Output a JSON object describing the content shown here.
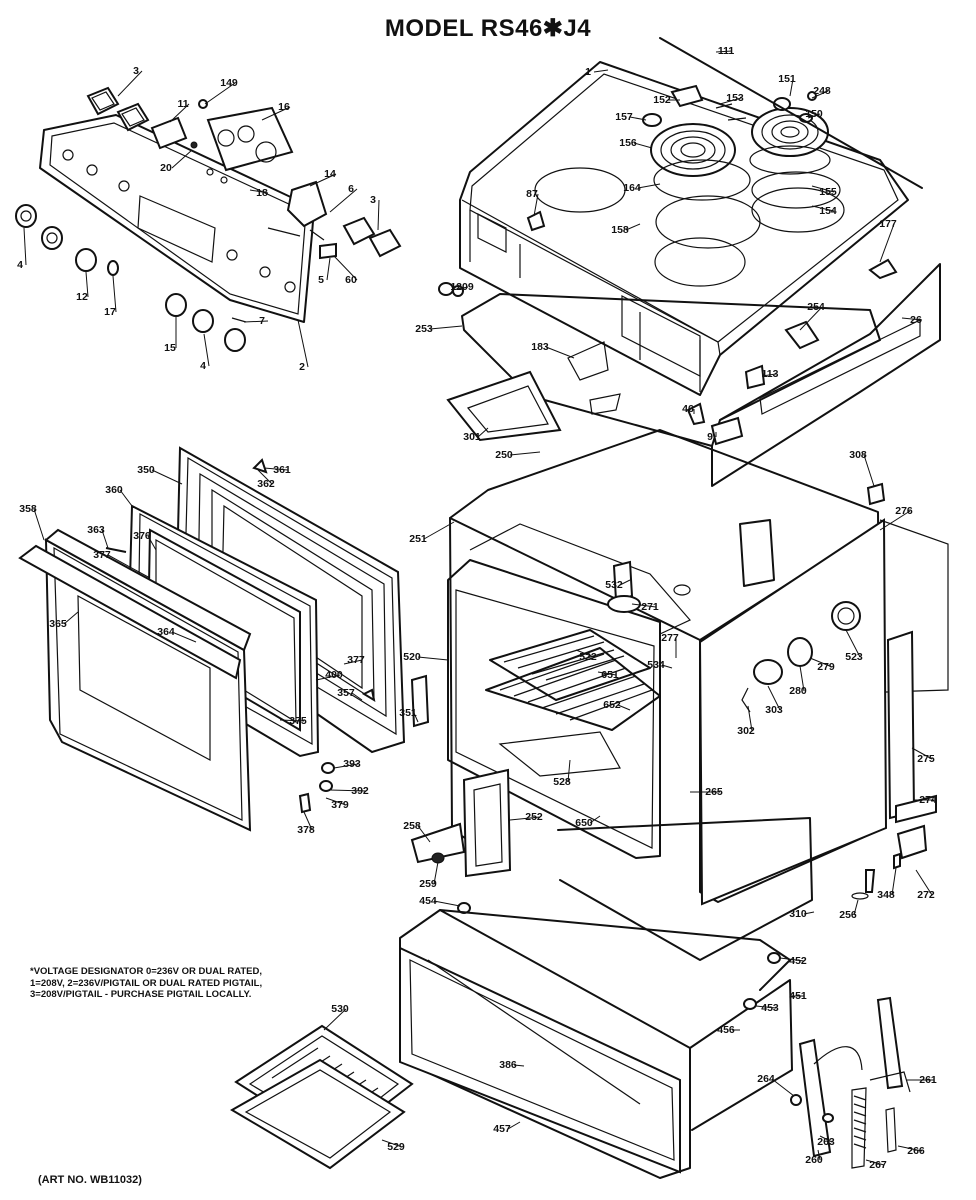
{
  "title": "MODEL RS46✱J4",
  "note_lines": [
    "*VOLTAGE DESIGNATOR 0=236V OR DUAL RATED,",
    "1=208V, 2=236V/PIGTAIL OR DUAL RATED PIGTAIL,",
    "3=208V/PIGTAIL - PURCHASE PIGTAIL LOCALLY."
  ],
  "art_no": "(ART NO. WB11032)",
  "part_labels": [
    "3",
    "149",
    "11",
    "16",
    "20",
    "18",
    "14",
    "6",
    "3",
    "4",
    "12",
    "17",
    "15",
    "4",
    "7",
    "5",
    "60",
    "2",
    "1",
    "111",
    "151",
    "248",
    "152",
    "153",
    "150",
    "157",
    "156",
    "164",
    "155",
    "154",
    "158",
    "87",
    "177",
    "1209",
    "253",
    "254",
    "26",
    "183",
    "113",
    "301",
    "46",
    "9",
    "250",
    "361",
    "362",
    "350",
    "308",
    "360",
    "358",
    "363",
    "376",
    "377",
    "251",
    "276",
    "532",
    "271",
    "277",
    "522",
    "651",
    "534",
    "520",
    "364",
    "365",
    "400",
    "377",
    "357",
    "351",
    "652",
    "302",
    "303",
    "280",
    "279",
    "523",
    "375",
    "528",
    "393",
    "392",
    "379",
    "378",
    "265",
    "275",
    "274",
    "252",
    "258",
    "650",
    "259",
    "454",
    "256",
    "348",
    "272",
    "310",
    "452",
    "451",
    "453",
    "456",
    "530",
    "386",
    "264",
    "261",
    "263",
    "260",
    "457",
    "529",
    "267",
    "266"
  ]
}
